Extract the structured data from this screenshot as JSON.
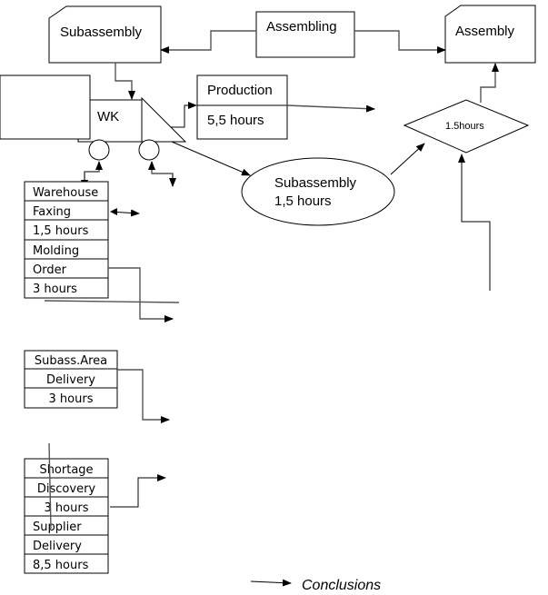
{
  "diagram": {
    "type": "value-stream-map",
    "nodes": {
      "subassembly_inventory": {
        "label": "Subassembly"
      },
      "assembling": {
        "label": "Assembling"
      },
      "assembly_inventory": {
        "label": "Assembly"
      },
      "wk": {
        "label": "WK"
      },
      "production": {
        "title": "Production",
        "time": "5,5 hours"
      },
      "subassembly_process": {
        "line1": "Subassembly",
        "line2": "1,5 hours"
      },
      "decision": {
        "label": "1.5hours"
      }
    },
    "tables": {
      "warehouse": [
        "Warehouse",
        "Faxing",
        "1,5 hours",
        "Molding",
        "Order",
        "3 hours"
      ],
      "subass_area": [
        "Subass.Area",
        "Delivery",
        "3 hours"
      ],
      "shortage": [
        "Shortage",
        "Discovery",
        "3 hours",
        "Supplier",
        "Delivery",
        "8,5 hours"
      ]
    },
    "legend": {
      "label": "Conclusions"
    }
  }
}
